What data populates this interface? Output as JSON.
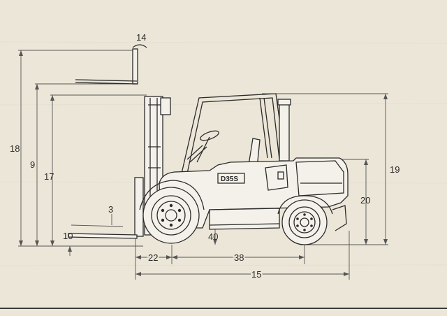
{
  "model_badge": "D35S",
  "dimension_labels": {
    "d14": "14",
    "d18": "18",
    "d9": "9",
    "d17": "17",
    "d19": "19",
    "d20": "20",
    "d3": "3",
    "d10": "10",
    "d40": "40",
    "d22": "22",
    "d38": "38",
    "d15": "15"
  },
  "colors": {
    "paper": "#ece6d8",
    "ink": "#2b2b2b",
    "bottom_bar": "#3a3a3a"
  }
}
